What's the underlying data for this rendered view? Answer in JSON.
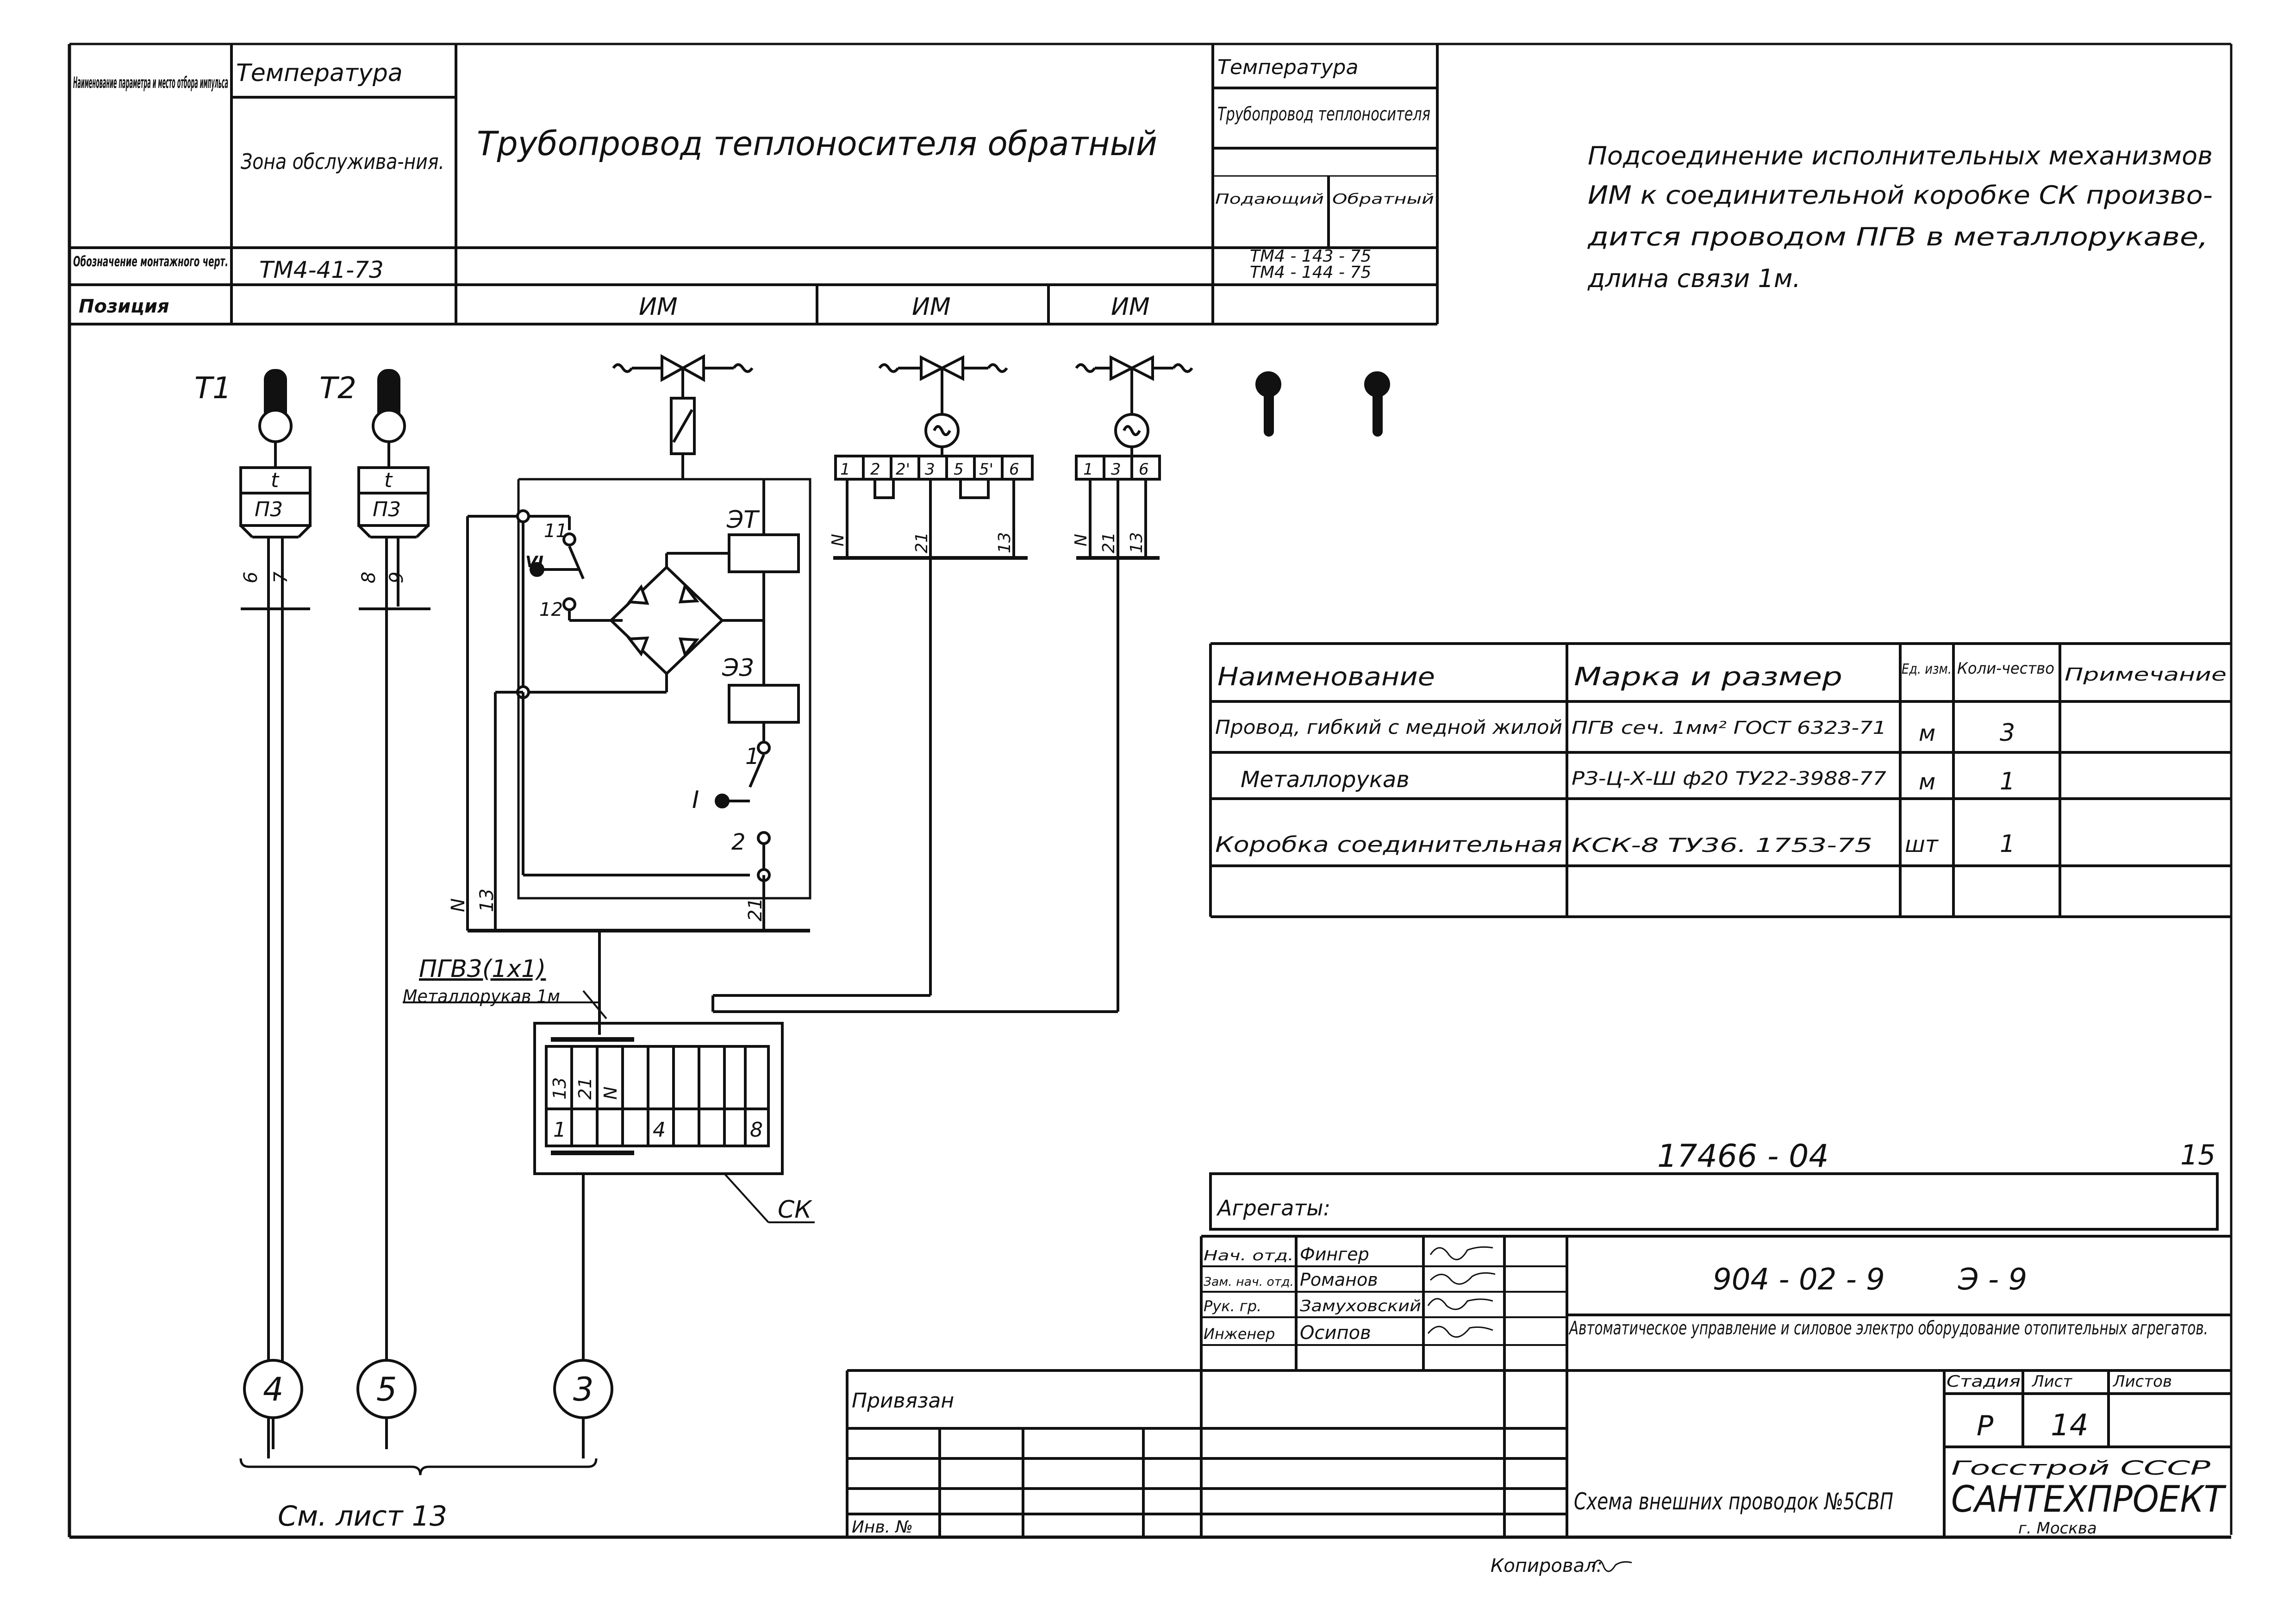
{
  "param_table": {
    "row1_label": "Наименование параметра и место отбора импульса",
    "row2_label": "Обозначение монтажного черт.",
    "row3_label": "Позиция",
    "col1_head": "Температура",
    "col1_sub": "Зона обслужива-ния.",
    "col1_drawing": "ТМ4-41-73",
    "col2_head": "Трубопровод теплоносителя обратный",
    "col3_head": "Температура",
    "col3_sub": "Трубопровод теплоносителя",
    "col3_a": "Подающий",
    "col3_b": "Обратный",
    "col3_drawing_a": "ТМ4 - 143 - 75",
    "col3_drawing_b": "ТМ4 - 144 - 75",
    "positions": [
      "ИМ",
      "ИМ",
      "ИМ"
    ]
  },
  "note": [
    "Подсоединение исполнительных механизмов",
    "ИМ к соединительной коробке СК произво-",
    "дится проводом ПГВ в металлорукаве,",
    "длина связи 1м."
  ],
  "sensors": {
    "t1": "Т1",
    "t2": "Т2",
    "t_mark": "t",
    "p3": "П3",
    "t1_wires": [
      "6",
      "7"
    ],
    "t2_wires": [
      "8",
      "9"
    ]
  },
  "terminals": {
    "im1": [
      "1",
      "2",
      "2'",
      "3",
      "5",
      "5'",
      "6"
    ],
    "im2": [
      "1",
      "3",
      "6"
    ],
    "im1_wires": [
      "N",
      "21",
      "13"
    ],
    "im2_wires": [
      "N",
      "21",
      "13"
    ]
  },
  "circuit": {
    "et": "ЭТ",
    "e3": "Э3",
    "n11": "11",
    "n12": "12",
    "n1": "1",
    "n2": "2",
    "vi": "VI",
    "i": "I",
    "bottom_wires": [
      "N",
      "13",
      "21"
    ],
    "cable": "ПГВ3(1х1)",
    "cable2": "Металлорукав 1м",
    "box_top": [
      "13",
      "21",
      "N"
    ],
    "box_bottom": [
      "1",
      "4",
      "8"
    ],
    "box_label": "СК"
  },
  "circles": [
    "4",
    "5",
    "3"
  ],
  "see_sheet": "См. лист 13",
  "spec_table": {
    "headers": [
      "Наименование",
      "Марка и размер",
      "Ед. изм.",
      "Коли-чество",
      "Примечание"
    ],
    "rows": [
      {
        "name": "Провод, гибкий с медной жилой",
        "mark": "ПГВ  сеч. 1мм²  ГОСТ 6323-71",
        "unit": "м",
        "qty": "3"
      },
      {
        "name": "Металлорукав",
        "mark": "РЗ-Ц-Х-Ш ф20  ТУ22-3988-77",
        "unit": "м",
        "qty": "1"
      },
      {
        "name": "Коробка соединительная",
        "mark": "КСК-8  ТУ36. 1753-75",
        "unit": "шт",
        "qty": "1"
      }
    ]
  },
  "stamp": {
    "doc_no": "17466 - 04",
    "page_no": "15",
    "aggregates": "Агрегаты:",
    "roles": [
      "Нач. отд.",
      "Зам. нач. отд.",
      "Рук. гр.",
      "Инженер"
    ],
    "names": [
      "Фингер",
      "Романов",
      "Замуховский",
      "Осипов"
    ],
    "project": "904 - 02 - 9",
    "sheet_code": "Э - 9",
    "title": "Автоматическое управление и силовое электро оборудование отопительных агрегатов.",
    "stage_head": "Стадия",
    "sheet_head": "Лист",
    "sheets_head": "Листов",
    "stage": "Р",
    "sheet": "14",
    "drawing_title": "Схема внешних проводок №5СВП",
    "org1": "Госстрой СССР",
    "org2": "САНТЕХПРОЕКТ",
    "org3": "г. Москва",
    "bound": "Привязан",
    "inv": "Инв. №",
    "copied": "Копировал:"
  }
}
